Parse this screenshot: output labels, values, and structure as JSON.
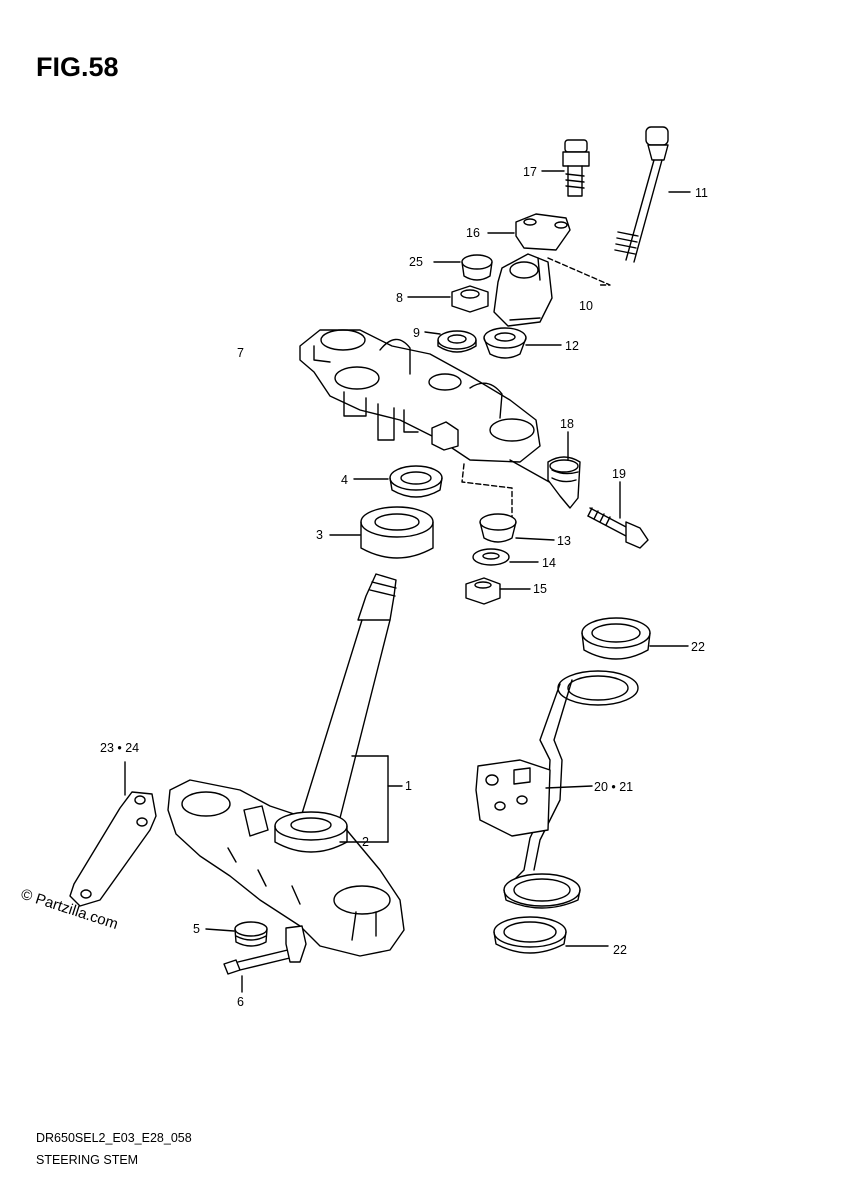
{
  "figure_title": "FIG.58",
  "watermark": "© Partzilla.com",
  "footer": {
    "code": "DR650SEL2_E03_E28_058",
    "name": "STEERING STEM"
  },
  "callouts": [
    {
      "id": "c1",
      "text": "1"
    },
    {
      "id": "c2",
      "text": "2"
    },
    {
      "id": "c3",
      "text": "3"
    },
    {
      "id": "c4",
      "text": "4"
    },
    {
      "id": "c5",
      "text": "5"
    },
    {
      "id": "c6",
      "text": "6"
    },
    {
      "id": "c7",
      "text": "7"
    },
    {
      "id": "c8",
      "text": "8"
    },
    {
      "id": "c9",
      "text": "9"
    },
    {
      "id": "c10",
      "text": "10"
    },
    {
      "id": "c11",
      "text": "11"
    },
    {
      "id": "c12",
      "text": "12"
    },
    {
      "id": "c13",
      "text": "13"
    },
    {
      "id": "c14",
      "text": "14"
    },
    {
      "id": "c15",
      "text": "15"
    },
    {
      "id": "c16",
      "text": "16"
    },
    {
      "id": "c17",
      "text": "17"
    },
    {
      "id": "c18",
      "text": "18"
    },
    {
      "id": "c19",
      "text": "19"
    },
    {
      "id": "c20",
      "text": "20 • 21"
    },
    {
      "id": "c22a",
      "text": "22"
    },
    {
      "id": "c22b",
      "text": "22"
    },
    {
      "id": "c23",
      "text": "23 • 24"
    },
    {
      "id": "c25",
      "text": "25"
    }
  ]
}
